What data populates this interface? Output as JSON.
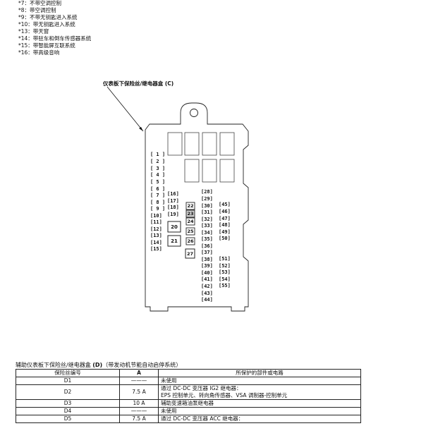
{
  "notes": [
    "*7：不带空调控制",
    "*8：带空调控制",
    "*9：不带无钥匙进入系统",
    "*10：带无钥匙进入系统",
    "*13：带天窗",
    "*14：带驻车和倒车传感器系统",
    "*15：带智能屏互联系统",
    "*16：带高级音响"
  ],
  "box_title": "仪表板下保险丝/继电器盒 (C)",
  "fuses_left": [
    "[ 1 ]",
    "[ 2 ]",
    "[ 3 ]",
    "[ 4 ]",
    "[ 5 ]",
    "[ 6 ]",
    "[ 7 ]",
    "[ 8 ]",
    "[ 9 ]",
    "[10]",
    "[11]",
    "[12]",
    "[13]",
    "[14]",
    "[15]"
  ],
  "fuses_col2": [
    "[16]",
    "[17]",
    "[18]",
    "[19]"
  ],
  "relays_left": [
    "20",
    "21"
  ],
  "fuses_col3": [
    "22",
    "23",
    "24",
    "25",
    "26",
    "27"
  ],
  "fuses_col4": [
    "[28]",
    "[29]",
    "[30]",
    "[31]",
    "[32]",
    "[33]",
    "[34]",
    "[35]",
    "[36]",
    "[37]",
    "[38]",
    "[39]",
    "[40]",
    "[41]",
    "[42]",
    "[43]",
    "[44]"
  ],
  "fuses_col5": [
    "[45]",
    "[46]",
    "[47]",
    "[48]",
    "[49]",
    "[50]"
  ],
  "fuses_col6": [
    "[51]",
    "[52]",
    "[53]",
    "[54]",
    "[55]"
  ],
  "table": {
    "title_prefix": "辅助仪表板下保险丝/继电器盒 ",
    "title_bold": "(D)",
    "title_suffix": "（带发动机节能自动启停系统）",
    "headers": [
      "保险丝编号",
      "A",
      "所保护的部件或电路"
    ],
    "rows": [
      {
        "no": "D1",
        "amp": "———",
        "circuit": "未使用"
      },
      {
        "no": "D2",
        "amp": "7.5 A",
        "circuit": "通过 DC-DC 变压器 IG2 继电器：\nEPS 控制单元、转向角传感器、VSA 调制器-控制单元"
      },
      {
        "no": "D3",
        "amp": "10 A",
        "circuit": "辅助变速箱油泵继电器"
      },
      {
        "no": "D4",
        "amp": "———",
        "circuit": "未使用"
      },
      {
        "no": "D5",
        "amp": "7.5 A",
        "circuit": "通过 DC-DC 变压器 ACC 继电器："
      }
    ]
  }
}
